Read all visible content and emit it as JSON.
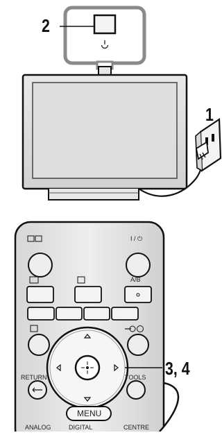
{
  "callouts": {
    "power_step": "1",
    "switch_step": "2",
    "navigate_step": "3, 4"
  },
  "remote": {
    "power_label": "I / ⏻",
    "ab_label": "A/B",
    "return_label": "RETURN",
    "tools_label": "TOOLS",
    "menu_label": "MENU",
    "analog_label": "ANALOG",
    "digital_label": "DIGITAL",
    "centre_label": "CENTRE"
  },
  "colors": {
    "line": "#1a1a1a",
    "housing": "#e3e3e3",
    "tv_frame": "#dcdcdc",
    "highlight_box": "#888888"
  }
}
